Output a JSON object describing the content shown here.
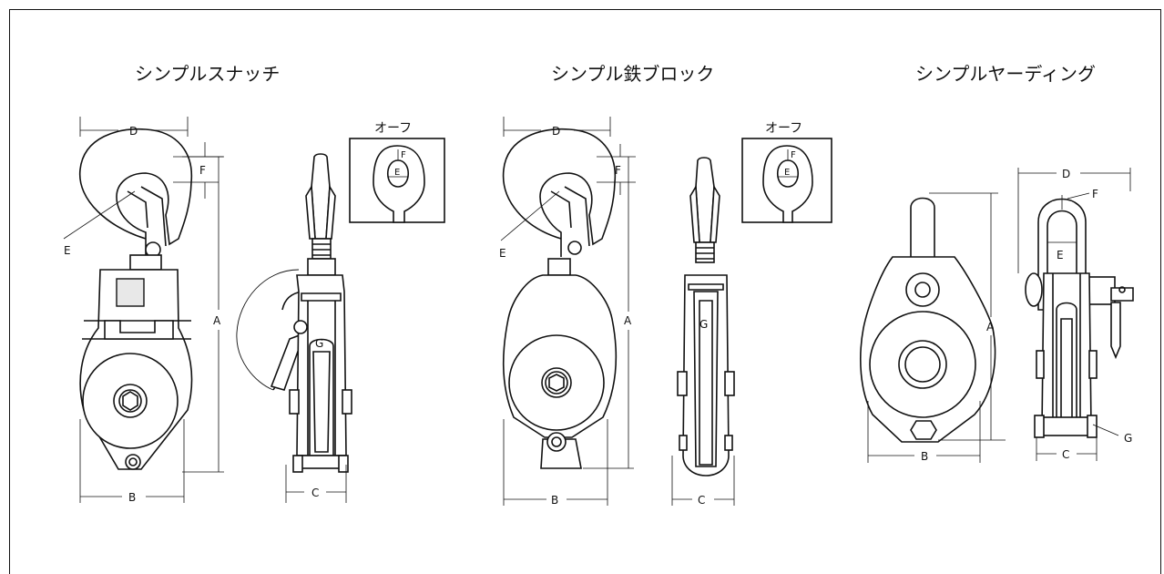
{
  "titles": {
    "snatch": "シンプルスナッチ",
    "iron": "シンプル鉄ブロック",
    "yarding": "シンプルヤーディング"
  },
  "eye_box_title": "オーフ",
  "dims": {
    "A": "A",
    "B": "B",
    "C": "C",
    "D": "D",
    "E": "E",
    "F": "F",
    "G": "G"
  }
}
